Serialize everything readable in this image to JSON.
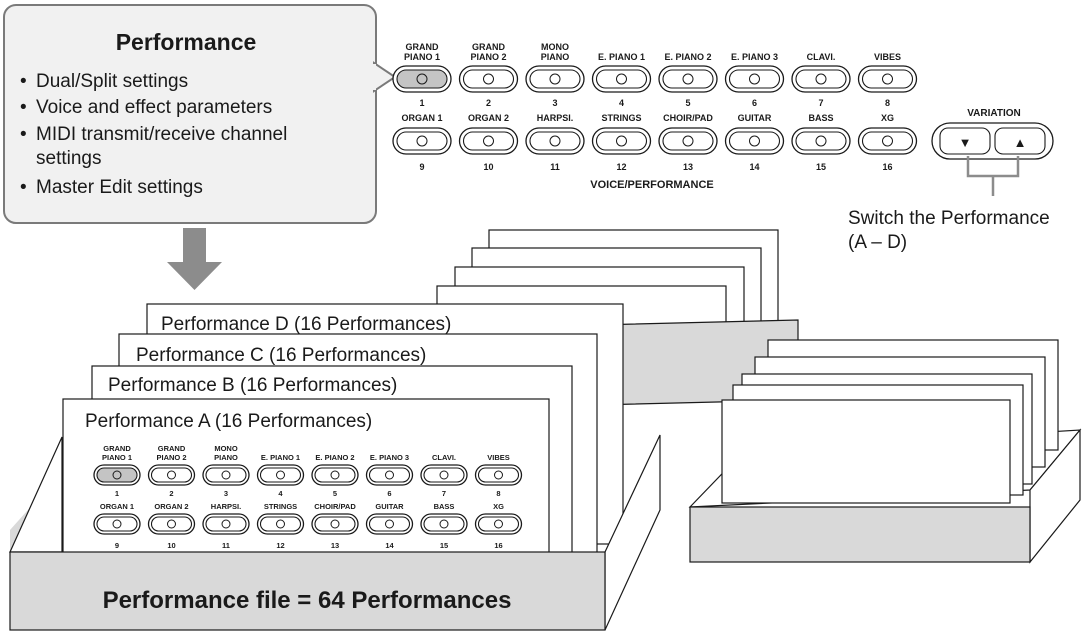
{
  "callout": {
    "title": "Performance",
    "items": [
      "Dual/Split settings",
      "Voice and effect parameters",
      "MIDI transmit/receive channel",
      "settings",
      "Master Edit settings"
    ],
    "bullet": "•"
  },
  "voice_panel": {
    "caption": "VOICE/PERFORMANCE",
    "row1": [
      {
        "l1": "GRAND",
        "l2": "PIANO 1",
        "num": "1"
      },
      {
        "l1": "GRAND",
        "l2": "PIANO 2",
        "num": "2"
      },
      {
        "l1": "MONO",
        "l2": "PIANO",
        "num": "3"
      },
      {
        "l1": "",
        "l2": "E. PIANO 1",
        "num": "4"
      },
      {
        "l1": "",
        "l2": "E. PIANO 2",
        "num": "5"
      },
      {
        "l1": "",
        "l2": "E. PIANO 3",
        "num": "6"
      },
      {
        "l1": "",
        "l2": "CLAVI.",
        "num": "7"
      },
      {
        "l1": "",
        "l2": "VIBES",
        "num": "8"
      }
    ],
    "row2": [
      {
        "label": "ORGAN 1",
        "num": "9"
      },
      {
        "label": "ORGAN 2",
        "num": "10"
      },
      {
        "label": "HARPSI.",
        "num": "11"
      },
      {
        "label": "STRINGS",
        "num": "12"
      },
      {
        "label": "CHOIR/PAD",
        "num": "13"
      },
      {
        "label": "GUITAR",
        "num": "14"
      },
      {
        "label": "BASS",
        "num": "15"
      },
      {
        "label": "XG",
        "num": "16"
      }
    ]
  },
  "variation": {
    "title": "VARIATION",
    "down": "▼",
    "up": "▲",
    "note_line1": "Switch the Performance",
    "note_line2": "(A – D)"
  },
  "sheets": [
    "Performance D (16 Performances)",
    "Performance C (16 Performances)",
    "Performance B (16 Performances)",
    "Performance A (16 Performances)"
  ],
  "box_label": "Performance file = 64 Performances",
  "colors": {
    "callout_bg": "#f1f1f1",
    "callout_border": "#7a7a7a",
    "arrow": "#8c8c8c",
    "box_side": "#d9d9d9",
    "selected_led": "#c4c4c4"
  }
}
